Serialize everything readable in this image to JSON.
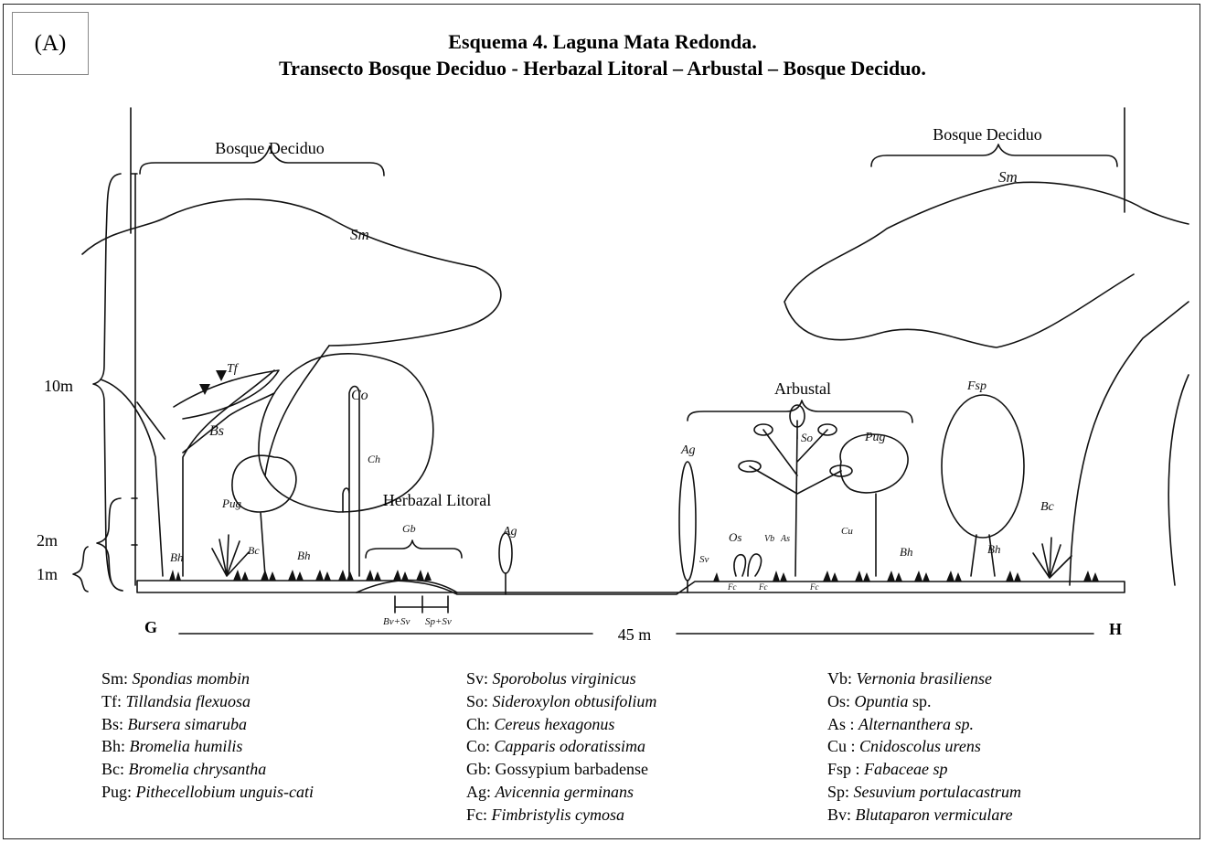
{
  "panel_label": "(A)",
  "title": {
    "line1": "Esquema 4. Laguna Mata Redonda.",
    "line2": "Transecto Bosque Deciduo - Herbazal Litoral – Arbustal – Bosque Deciduo."
  },
  "zones": {
    "bosque_left": "Bosque Deciduo",
    "bosque_right": "Bosque Deciduo",
    "herbazal": "Herbazal Litoral",
    "arbustal": "Arbustal"
  },
  "scale": {
    "h10": "10m",
    "h2": "2m",
    "h1": "1m"
  },
  "transect": {
    "start": "G",
    "end": "H",
    "length": "45 m"
  },
  "plant_labels": {
    "sm_left": "Sm",
    "sm_right": "Sm",
    "tf": "Tf",
    "bs": "Bs",
    "co": "Co",
    "ch": "Ch",
    "pug_left": "Pug",
    "pug_right": "Pug",
    "bc_left": "Bc",
    "bc_right": "Bc",
    "bh_1": "Bh",
    "bh_2": "Bh",
    "bh_3": "Bh",
    "bh_4": "Bh",
    "gb": "Gb",
    "ag_1": "Ag",
    "ag_2": "Ag",
    "fsp": "Fsp",
    "so": "So",
    "os": "Os",
    "vb": "Vb",
    "as": "As",
    "cu": "Cu",
    "sv": "Sv",
    "fc_1": "Fc",
    "fc_2": "Fc",
    "fc_3": "Fc",
    "bvsv": "Bv+Sv",
    "spsv": "Sp+Sv"
  },
  "legend": {
    "col1": [
      {
        "code": "Sm:",
        "name": "Spondias mombin"
      },
      {
        "code": "Tf:",
        "name": "Tillandsia flexuosa"
      },
      {
        "code": "Bs:",
        "name": "Bursera simaruba"
      },
      {
        "code": "Bh:",
        "name": "Bromelia humilis"
      },
      {
        "code": "Bc:",
        "name": "Bromelia chrysantha"
      },
      {
        "code": "Pug:",
        "name": "Pithecellobium unguis-cati"
      }
    ],
    "col2": [
      {
        "code": "Sv:",
        "name": "Sporobolus virginicus"
      },
      {
        "code": "So:",
        "name": "Sideroxylon obtusifolium"
      },
      {
        "code": "Ch:",
        "name": "Cereus hexagonus"
      },
      {
        "code": "Co:",
        "name": "Capparis odoratissima"
      },
      {
        "code": "Gb:",
        "name": "Gossypium barbadense",
        "upright": true
      },
      {
        "code": "Ag:",
        "name": "Avicennia germinans"
      },
      {
        "code": "Fc:",
        "name": "Fimbristylis cymosa"
      }
    ],
    "col3": [
      {
        "code": "Vb:",
        "name": "Vernonia brasiliense"
      },
      {
        "code": "Os:",
        "name": "Opuntia",
        "suffix": " sp."
      },
      {
        "code": "As :",
        "name": "Alternanthera sp."
      },
      {
        "code": "Cu :",
        "name": "Cnidoscolus urens"
      },
      {
        "code": "Fsp :",
        "name": "Fabaceae sp"
      },
      {
        "code": "Sp:",
        "name": "Sesuvium portulacastrum"
      },
      {
        "code": "Bv:",
        "name": "Blutaparon vermiculare"
      }
    ]
  }
}
